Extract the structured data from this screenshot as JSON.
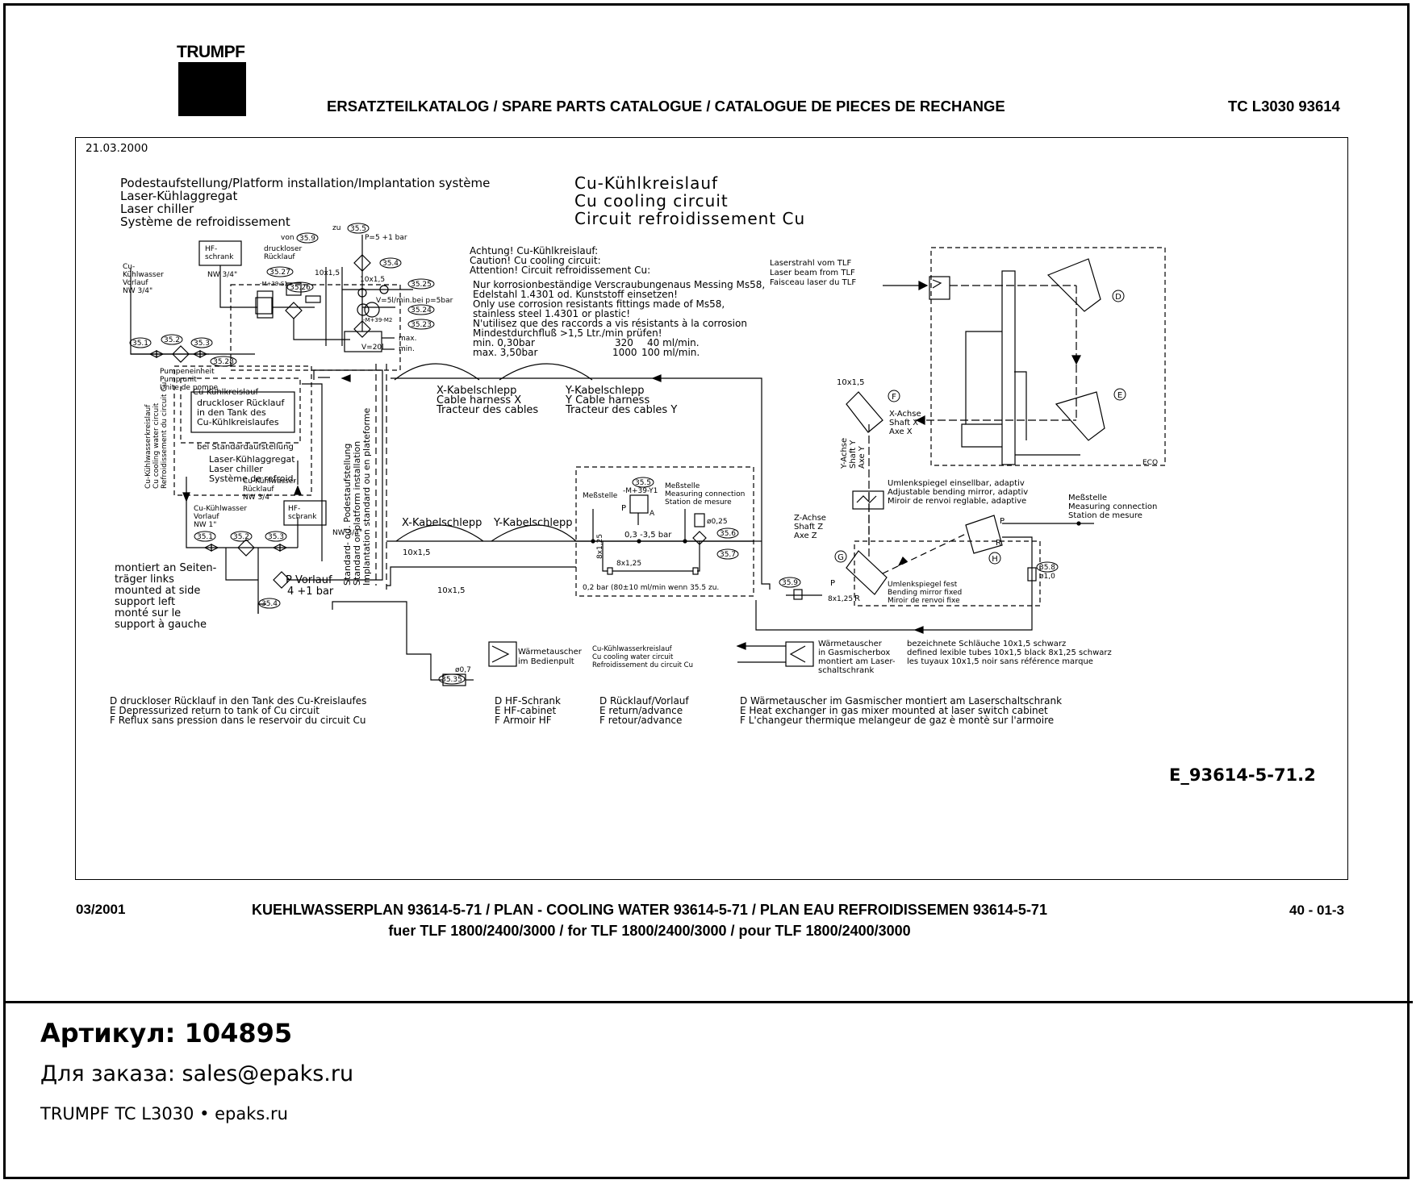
{
  "header": {
    "logo": "TRUMPF",
    "title": "ERSATZTEILKATALOG / SPARE PARTS CATALOGUE / CATALOGUE DE PIECES DE RECHANGE",
    "code": "TC L3030 93614"
  },
  "drawing": {
    "date": "21.03.2000",
    "platform": [
      "Podestaufstellung/Platform installation/Implantation système",
      "Laser-Kühlaggregat",
      "Laser chiller",
      "Système de refroidissement"
    ],
    "circuit_title": [
      "Cu-Kühlkreislauf",
      "Cu cooling circuit",
      "Circuit refroidissement Cu"
    ],
    "caution": [
      "Achtung!  Cu-Kühlkreislauf:",
      "Caution!   Cu cooling circuit:",
      "Attention!  Circuit refroidissement Cu:"
    ],
    "notes": [
      "Nur korrosionbeständige Verscraubungenaus Messing Ms58,",
      "Edelstahl 1.4301 od. Kunststoff einsetzen!",
      "Only use corrosion resistants fittings made of Ms58,",
      "stainless steel 1.4301 or plastic!",
      "N'utilisez que des raccords a vis résistants à la corrosion",
      "Mindestdurchfluß >1,5 Ltr./min prüfen!"
    ],
    "flow_min": [
      "min. 0,30bar",
      "320",
      "40  ml/min."
    ],
    "flow_max": [
      "max. 3,50bar",
      "1000",
      "100  ml/min."
    ],
    "pump_unit": [
      "Pumpeneinheit",
      "Pump unit",
      "Unite de pompe"
    ],
    "hf_schrank": [
      "HF-",
      "schrank"
    ],
    "druckloser": [
      "druckloser",
      "Rücklauf"
    ],
    "cu_water": [
      "Cu-",
      "Kühlwasser",
      "Vorlauf",
      "NW 3/4\""
    ],
    "von": "von",
    "zu": "zu",
    "p5": "P=5 +1 bar",
    "p10x15": "10x1,5",
    "v5l": "V=5l/min.bei p=5bar",
    "max": "max.",
    "min": "min.",
    "v20l": "V=20l",
    "nw34": "NW 3/4\"",
    "m39s1": "-M+39-S1",
    "m39m2": "-M+39-M2",
    "refs": {
      "r351": "35.1",
      "r352": "35.2",
      "r353": "35.3",
      "r354": "35.4",
      "r355": "35.5",
      "r356": "35.6",
      "r357": "35.7",
      "r358": "35.8",
      "r359": "35.9",
      "r3523": "35.23",
      "r3524": "35.24",
      "r3525": "35.25",
      "r3526": "35.26",
      "r3527": "35.27",
      "r3528": "35.28",
      "r3535": "35.35"
    },
    "cu_kreislauf": "Cu-Kühlkreislauf",
    "druckloser_tank": [
      "druckloser Rücklauf",
      "in den Tank des",
      "Cu-Kühlkreislaufes"
    ],
    "bei_standard": "bei Standardaufstellung",
    "laser_chiller2": [
      "Laser-Kühlaggregat",
      "Laser chiller",
      "Système de refroid."
    ],
    "cu_ruecklauf": [
      "Cu-Kühlwasser",
      "Rücklauf",
      "NW 3/4\""
    ],
    "cu_vorlauf1": [
      "Cu-Kühlwasser",
      "Vorlauf",
      "NW 1\""
    ],
    "side_vert": [
      "Cu-Kühlwasserkreislauf",
      "Cu cooling water circuit",
      "Refroidissement du circuit Cu"
    ],
    "standard_vert": [
      "Standard- od. Podestaufstellung",
      "Standard or platform installation",
      "Implantation standard ou en plateforme"
    ],
    "montiert": [
      "montiert an Seiten-",
      "träger links",
      "mounted at side",
      "support left",
      "monté sur le",
      "support à gauche"
    ],
    "p_vorlauf": "P  Vorlauf",
    "p41": "4  +1 bar",
    "x_harness": [
      "X-Kabelschlepp",
      "Cable harness X",
      "Tracteur des cables"
    ],
    "y_harness": [
      "Y-Kabelschlepp",
      "Y Cable harness",
      "Tracteur des cables Y"
    ],
    "x_kabel": "X-Kabelschlepp",
    "y_kabel": "Y-Kabelschlepp",
    "messtelle": "Meßstelle",
    "m39y1": "-M+39-Y1",
    "messtelle2": [
      "Meßstelle",
      "Measuring connection",
      "Station de mesure"
    ],
    "p": "P",
    "a": "A",
    "r": "R",
    "bar035": "0,3 -3,5 bar",
    "d025": "ø0,25",
    "d10": "ø1,0",
    "d07": "ø0,7",
    "s8x125": "8x1,25",
    "s02bar": "0,2 bar (80±10 ml/min wenn 35.5 zu.",
    "laserstrahl": [
      "Laserstrahl vom TLF",
      "Laser beam from TLF",
      "Faisceau laser du TLF"
    ],
    "x_achse": [
      "X-Achse",
      "Shaft X",
      "Axe X"
    ],
    "y_achse": [
      "Y-Achse",
      "Shaft Y",
      "Axe Y"
    ],
    "z_achse": [
      "Z-Achse",
      "Shaft Z",
      "Axe Z"
    ],
    "eco": "ECO",
    "umlenk_adapt": [
      "Umlenkspiegel einsellbar, adaptiv",
      "Adjustable bending mirror, adaptiv",
      "Miroir de renvoi reglable, adaptive"
    ],
    "umlenk_fest": [
      "Umlenkspiegel fest",
      "Bending mirror fixed",
      "Miroir de renvoi fixe"
    ],
    "messtelle3": [
      "Meßstelle",
      "Measuring connection",
      "Station de mesure"
    ],
    "circle_d": "D",
    "circle_e": "E",
    "circle_f": "F",
    "circle_g": "G",
    "circle_h": "H",
    "waerme_bedien": [
      "Wärmetauscher",
      "im Bedienpult"
    ],
    "cu_circuit_small": [
      "Cu-Kühlwasserkreislauf",
      "Cu cooling water circuit",
      "Refroidissement du circuit Cu"
    ],
    "waerme_gas": [
      "Wärmetauscher",
      "in Gasmischerbox",
      "montiert am Laser-",
      "schaltschrank"
    ],
    "tubes": [
      "bezeichnete Schläuche 10x1,5 schwarz",
      "defined lexible tubes 10x1,5 black 8x1,25 schwarz",
      "les tuyaux 10x1,5 noir sans référence marque"
    ],
    "legend1": [
      "D druckloser Rücklauf in den Tank des Cu-Kreislaufes",
      "E Depressurized return to tank of Cu circuit",
      "F Reflux sans pression dans le reservoir du circuit Cu"
    ],
    "legend2": [
      "D HF-Schrank",
      "E HF-cabinet",
      "F Armoir HF"
    ],
    "legend3": [
      "D Rücklauf/Vorlauf",
      "E return/advance",
      "F retour/advance"
    ],
    "legend4": [
      "D Wärmetauscher im Gasmischer montiert am Laserschaltschrank",
      "E Heat exchanger in gas mixer mounted at laser switch cabinet",
      "F L'changeur thermique melangeur de gaz è montè sur l'armoire"
    ],
    "drawing_no": "E_93614-5-71.2"
  },
  "footer": {
    "date": "03/2001",
    "line1": "KUEHLWASSERPLAN 93614-5-71 / PLAN - COOLING WATER 93614-5-71 / PLAN EAU REFROIDISSEMEN 93614-5-71",
    "line2": "fuer TLF 1800/2400/3000 / for TLF 1800/2400/3000 / pour TLF 1800/2400/3000",
    "page": "40 - 01-3"
  },
  "bottom": {
    "article": "Артикул: 104895",
    "order": "Для заказа: sales@epaks.ru",
    "brand": "TRUMPF TC L3030 • epaks.ru"
  }
}
